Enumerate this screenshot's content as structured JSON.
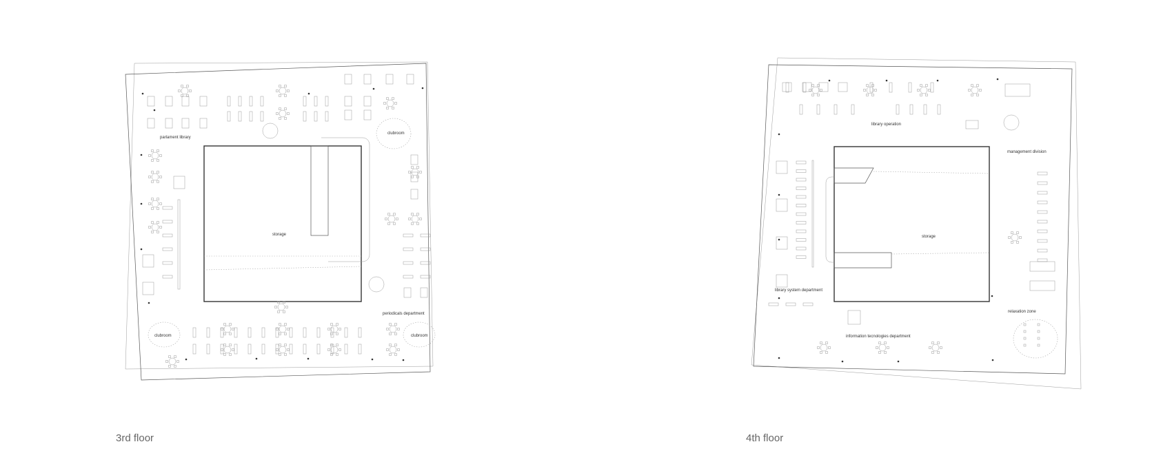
{
  "plans": [
    {
      "caption": "3rd floor",
      "labels": {
        "library": "parlament library",
        "clubroom_top": "clubroom",
        "storage": "storage",
        "periodicals": "periodicals department",
        "clubroom_left": "clubroom",
        "clubroom_right": "clubroom"
      }
    },
    {
      "caption": "4th floor",
      "labels": {
        "operation": "library operation",
        "management": "management division",
        "storage": "storage",
        "system": "library system department",
        "relaxation": "relaxation zone",
        "it": "information tecnologies department"
      }
    }
  ]
}
